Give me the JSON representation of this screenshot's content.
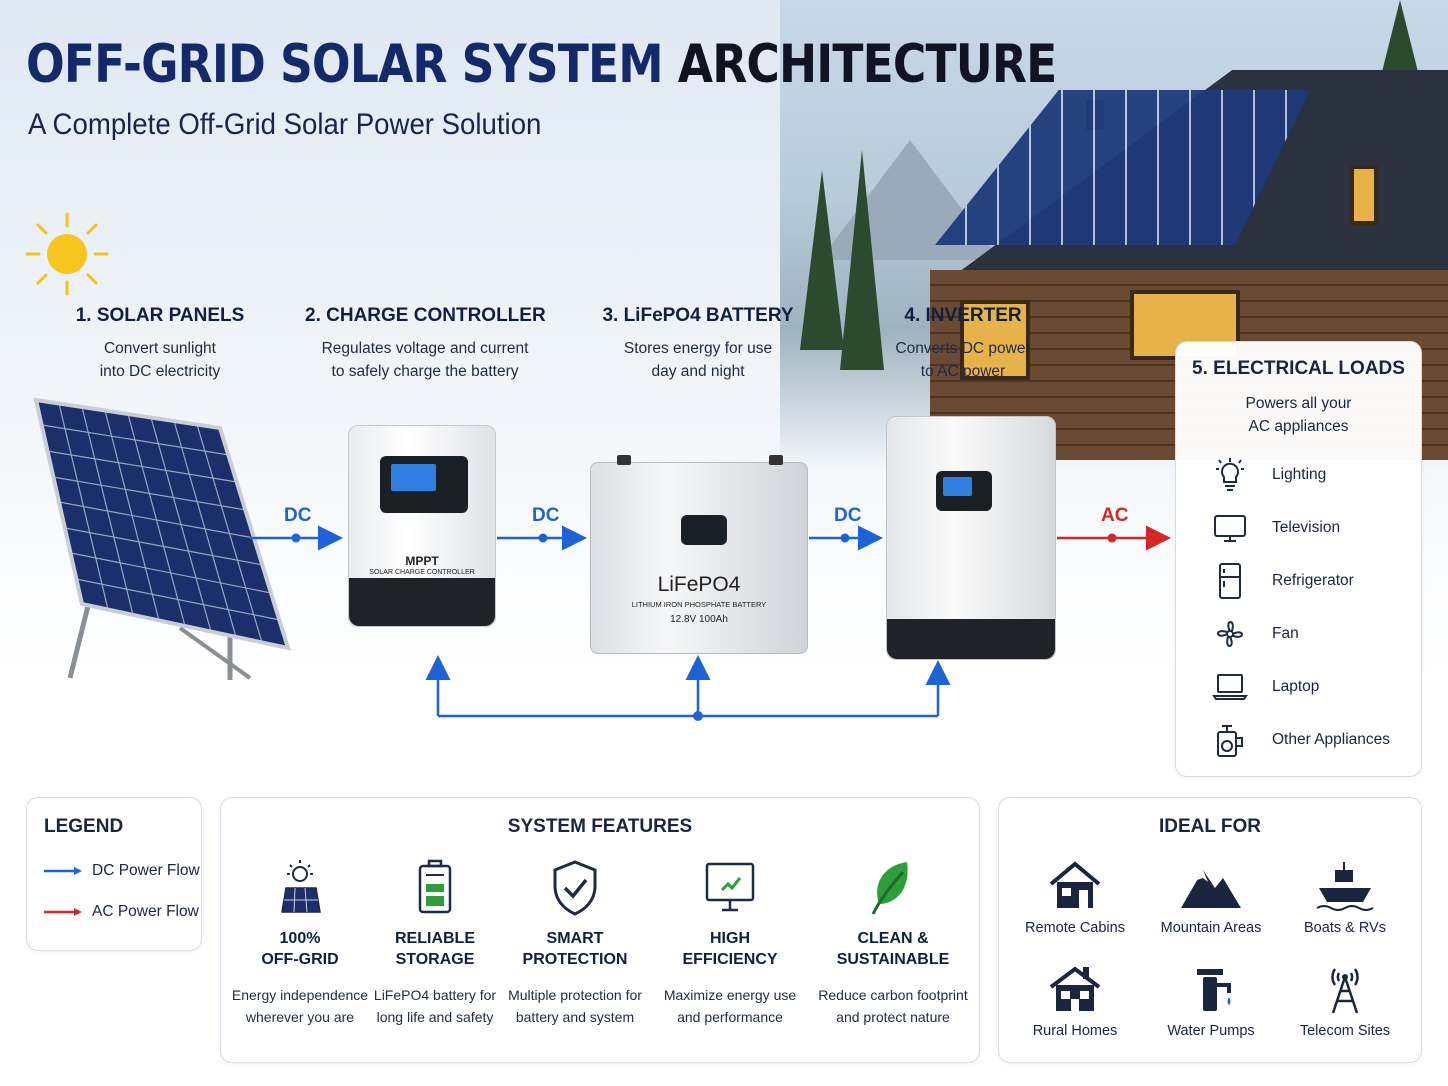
{
  "header": {
    "title_blue": "OFF-GRID SOLAR SYSTEM",
    "title_dark": "ARCHITECTURE",
    "subtitle": "A Complete Off-Grid Solar Power Solution"
  },
  "components": [
    {
      "title": "1. SOLAR PANELS",
      "desc": "Convert sunlight\ninto DC electricity"
    },
    {
      "title": "2. CHARGE CONTROLLER",
      "desc": "Regulates voltage and current\nto safely charge the battery"
    },
    {
      "title": "3. LiFePO4 BATTERY",
      "desc": "Stores energy for use\nday and night"
    },
    {
      "title": "4. INVERTER",
      "desc": "Converts DC power\nto AC power"
    }
  ],
  "devices": {
    "controller_model": "MPPT",
    "controller_sub": "SOLAR CHARGE CONTROLLER",
    "battery_name": "LiFePO4",
    "battery_sub": "LITHIUM IRON PHOSPHATE BATTERY",
    "battery_spec": "12.8V 100Ah"
  },
  "flows": {
    "dc1": "DC",
    "dc2": "DC",
    "dc3": "DC",
    "ac": "AC"
  },
  "loads": {
    "title": "5. ELECTRICAL LOADS",
    "desc": "Powers all your\nAC appliances",
    "items": [
      {
        "label": "Lighting",
        "icon": "light-bulb-icon"
      },
      {
        "label": "Television",
        "icon": "television-icon"
      },
      {
        "label": "Refrigerator",
        "icon": "refrigerator-icon"
      },
      {
        "label": "Fan",
        "icon": "fan-icon"
      },
      {
        "label": "Laptop",
        "icon": "laptop-icon"
      },
      {
        "label": "Other Appliances",
        "icon": "appliance-icon"
      }
    ]
  },
  "legend": {
    "title": "LEGEND",
    "dc": "DC Power Flow",
    "ac": "AC Power Flow"
  },
  "features": {
    "title": "SYSTEM FEATURES",
    "items": [
      {
        "title": "100%\nOFF-GRID",
        "desc": "Energy independence\nwherever you are",
        "icon": "solar-panel-icon"
      },
      {
        "title": "RELIABLE\nSTORAGE",
        "desc": "LiFePO4 battery for\nlong life and safety",
        "icon": "battery-icon"
      },
      {
        "title": "SMART\nPROTECTION",
        "desc": "Multiple protection for\nbattery and system",
        "icon": "shield-check-icon"
      },
      {
        "title": "HIGH\nEFFICIENCY",
        "desc": "Maximize energy use\nand performance",
        "icon": "monitor-chart-icon"
      },
      {
        "title": "CLEAN &\nSUSTAINABLE",
        "desc": "Reduce carbon footprint\nand protect nature",
        "icon": "leaf-icon"
      }
    ]
  },
  "ideal": {
    "title": "IDEAL FOR",
    "items": [
      {
        "label": "Remote Cabins",
        "icon": "cabin-icon"
      },
      {
        "label": "Mountain Areas",
        "icon": "mountain-icon"
      },
      {
        "label": "Boats & RVs",
        "icon": "boat-icon"
      },
      {
        "label": "Rural Homes",
        "icon": "rural-home-icon"
      },
      {
        "label": "Water Pumps",
        "icon": "water-pump-icon"
      },
      {
        "label": "Telecom Sites",
        "icon": "telecom-tower-icon"
      }
    ]
  },
  "colors": {
    "title_blue": "#13296a",
    "dc_flow": "#1e63d6",
    "ac_flow": "#d42828",
    "sun": "#f6c21a"
  }
}
